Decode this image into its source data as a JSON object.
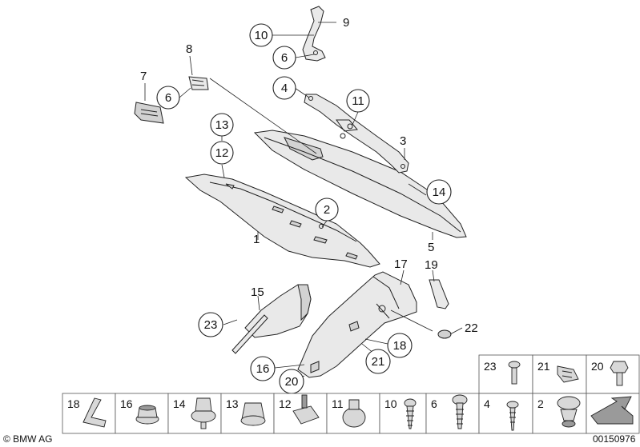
{
  "callouts": {
    "c1": "1",
    "c2": "2",
    "c3": "3",
    "c4": "4",
    "c5": "5",
    "c6a": "6",
    "c6b": "6",
    "c7": "7",
    "c8": "8",
    "c9": "9",
    "c10": "10",
    "c11": "11",
    "c12": "12",
    "c13": "13",
    "c14": "14",
    "c15": "15",
    "c16": "16",
    "c17": "17",
    "c18": "18",
    "c19": "19",
    "c20": "20",
    "c21": "21",
    "c22": "22",
    "c23": "23"
  },
  "grid_upper": [
    "23",
    "21",
    "20"
  ],
  "grid_lower": [
    "18",
    "16",
    "14",
    "13",
    "12",
    "11",
    "10",
    "6",
    "4",
    "2"
  ],
  "footer": {
    "copyright": "© BMW AG",
    "image_number": "00150976"
  }
}
